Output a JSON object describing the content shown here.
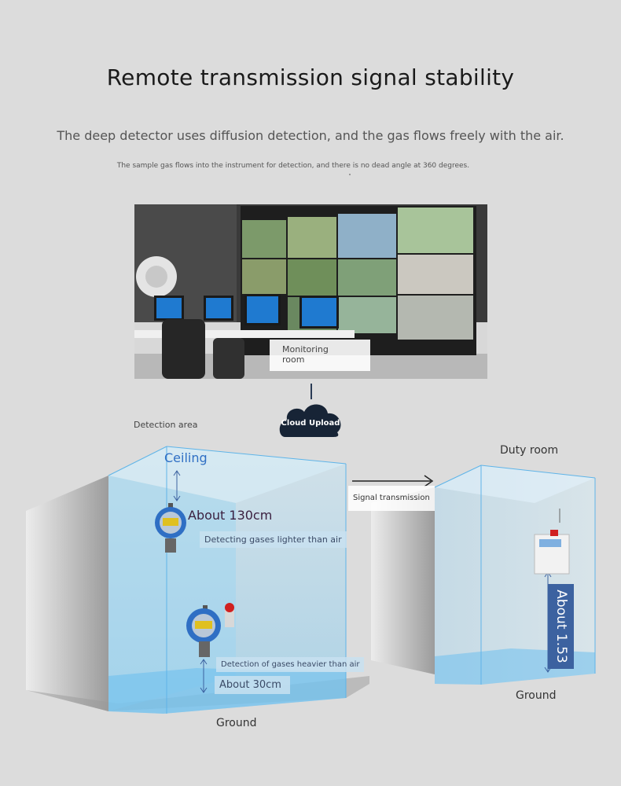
{
  "header": {
    "title": "Remote transmission signal stability",
    "subtitle": "The deep detector uses diffusion detection, and the gas flows freely with the air.",
    "note": "The sample gas flows into the instrument for detection, and there is no dead angle at 360 degrees."
  },
  "monitoring": {
    "label_line1": "Monitoring",
    "label_line2": "room"
  },
  "cloud": {
    "label": "Cloud Upload"
  },
  "labels": {
    "detection_area": "Detection area",
    "duty_room": "Duty room",
    "ceiling": "Ceiling",
    "about_130": "About 130cm",
    "lighter": "Detecting gases lighter than air",
    "heavier": "Detection of gases heavier than air",
    "about_30": "About 30cm",
    "ground_left": "Ground",
    "ground_right": "Ground",
    "signal": "Signal transmission",
    "about_153": "About 1.53"
  },
  "colors": {
    "glass": "#8fd0f0",
    "accent": "#3c62a0",
    "cloud": "#172436"
  }
}
